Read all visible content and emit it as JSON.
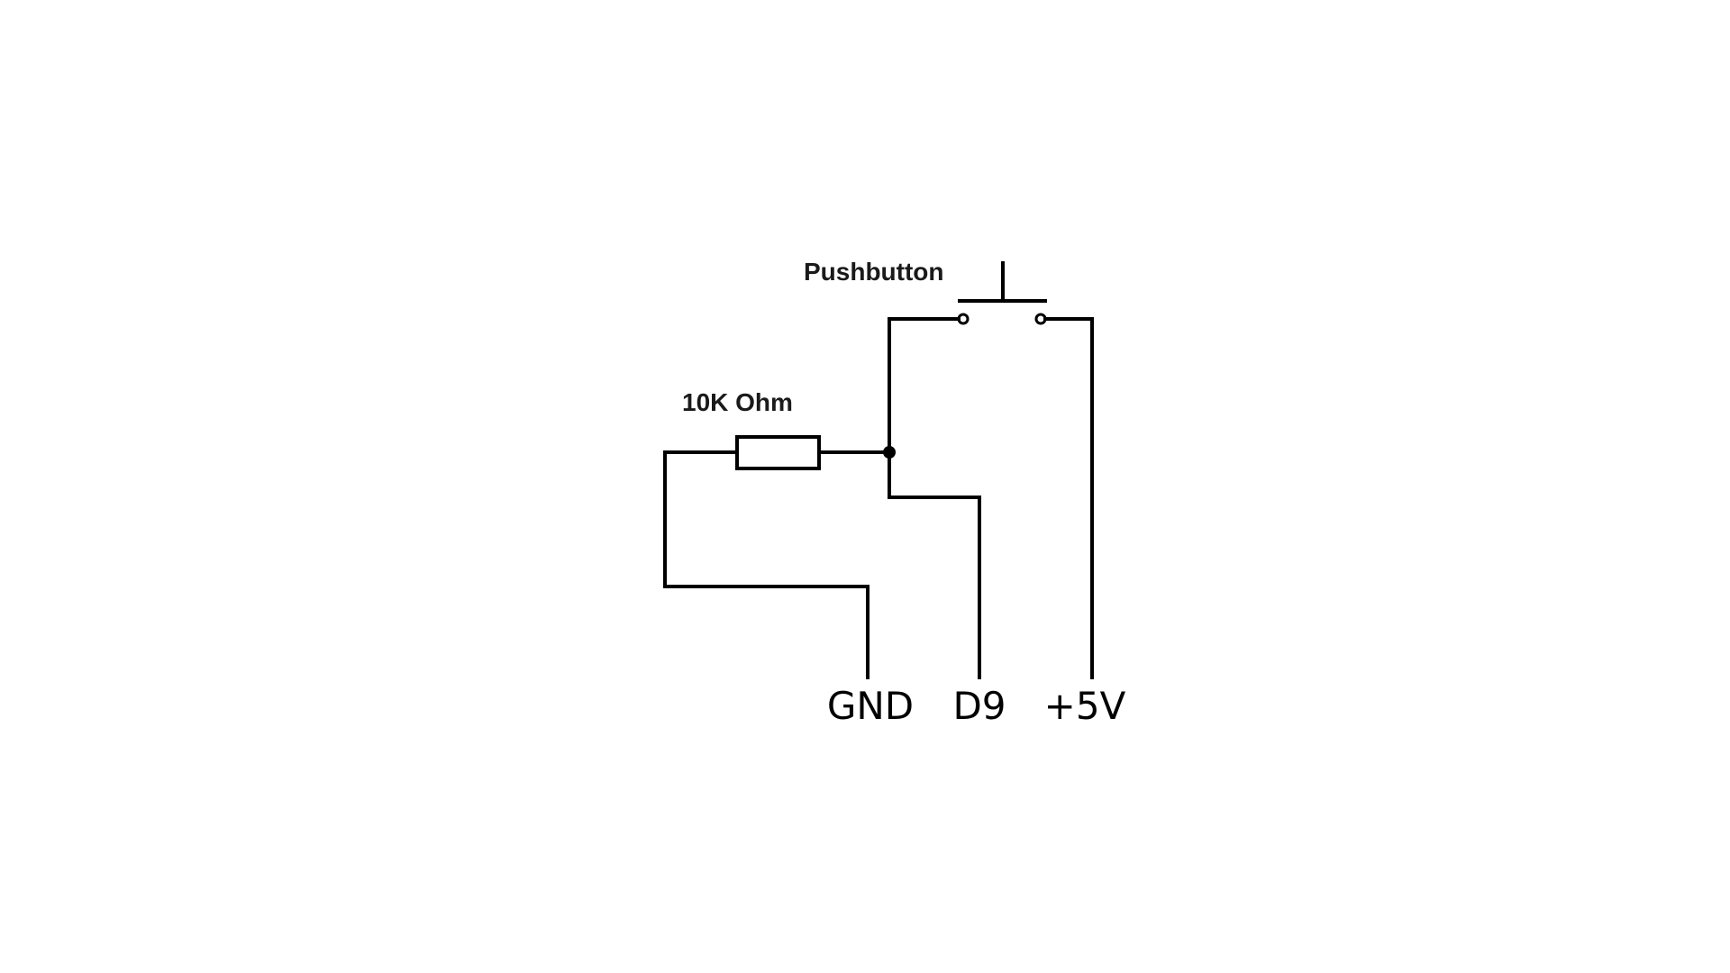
{
  "labels": {
    "pushbutton": "Pushbutton",
    "resistor": "10K Ohm"
  },
  "pins": {
    "gnd": "GND",
    "d9": "D9",
    "vcc": "+5V"
  },
  "colors": {
    "background": "#ffffff",
    "stroke": "#000000"
  }
}
